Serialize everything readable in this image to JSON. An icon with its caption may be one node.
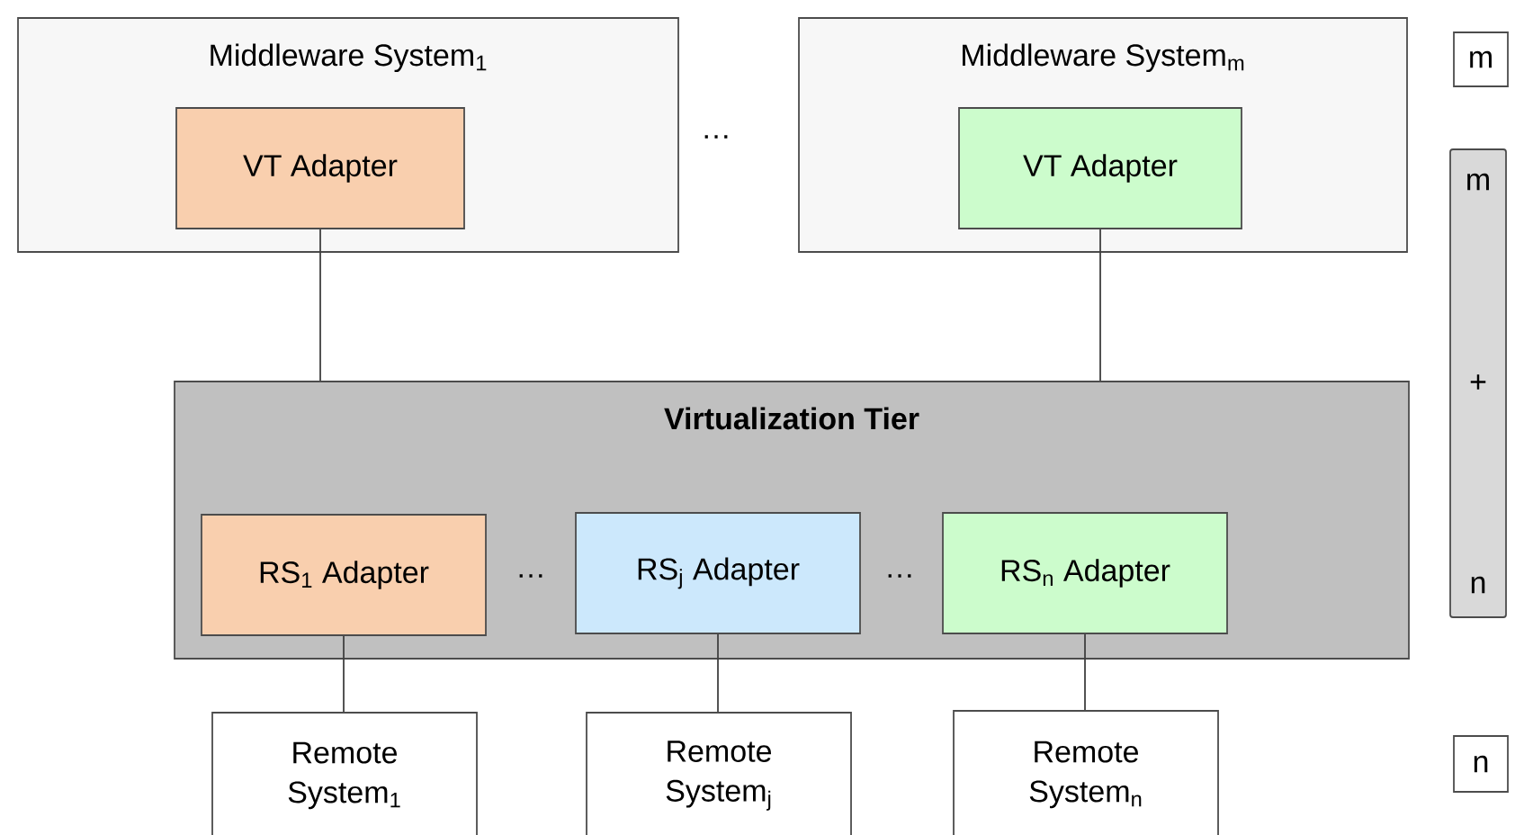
{
  "diagram": {
    "nodes": [
      {
        "text": [
          "Middleware System$_{1}$"
        ]
      },
      {
        "text": [
          "VT Adapter"
        ],
        "in": 0
      },
      {
        "text": [
          "Middleware System$_{m}$"
        ]
      },
      {
        "text": [
          "VT Adapter"
        ],
        "in": 2
      },
      {
        "text": [
          "Virtualization Tier"
        ]
      },
      {
        "text": [
          "RS$_{1}$ Adapter"
        ],
        "in": 4
      },
      {
        "text": [
          "RS$_{j}$ Adapter"
        ],
        "in": 4
      },
      {
        "text": [
          "RS$_{n}$ Adapter"
        ],
        "in": 4
      },
      {
        "text": [
          "Remote System$_{1}$"
        ]
      },
      {
        "text": [
          "Remote System$_{j}$"
        ]
      },
      {
        "text": [
          "Remote System$_{n}$"
        ]
      },
      {
        "text": [
          "m"
        ]
      },
      {
        "text": [
          "m",
          "+",
          "n"
        ]
      },
      {
        "text": [
          "n"
        ]
      }
    ],
    "edges": [
      {
        "from": 1,
        "to": 4,
        "arrow": "none"
      },
      {
        "from": 3,
        "to": 4,
        "arrow": "none"
      },
      {
        "from": 5,
        "to": 8,
        "arrow": "none"
      },
      {
        "from": 6,
        "to": 9,
        "arrow": "none"
      },
      {
        "from": 7,
        "to": 10,
        "arrow": "none"
      }
    ],
    "labels": [
      "…",
      "…",
      "…"
    ]
  }
}
